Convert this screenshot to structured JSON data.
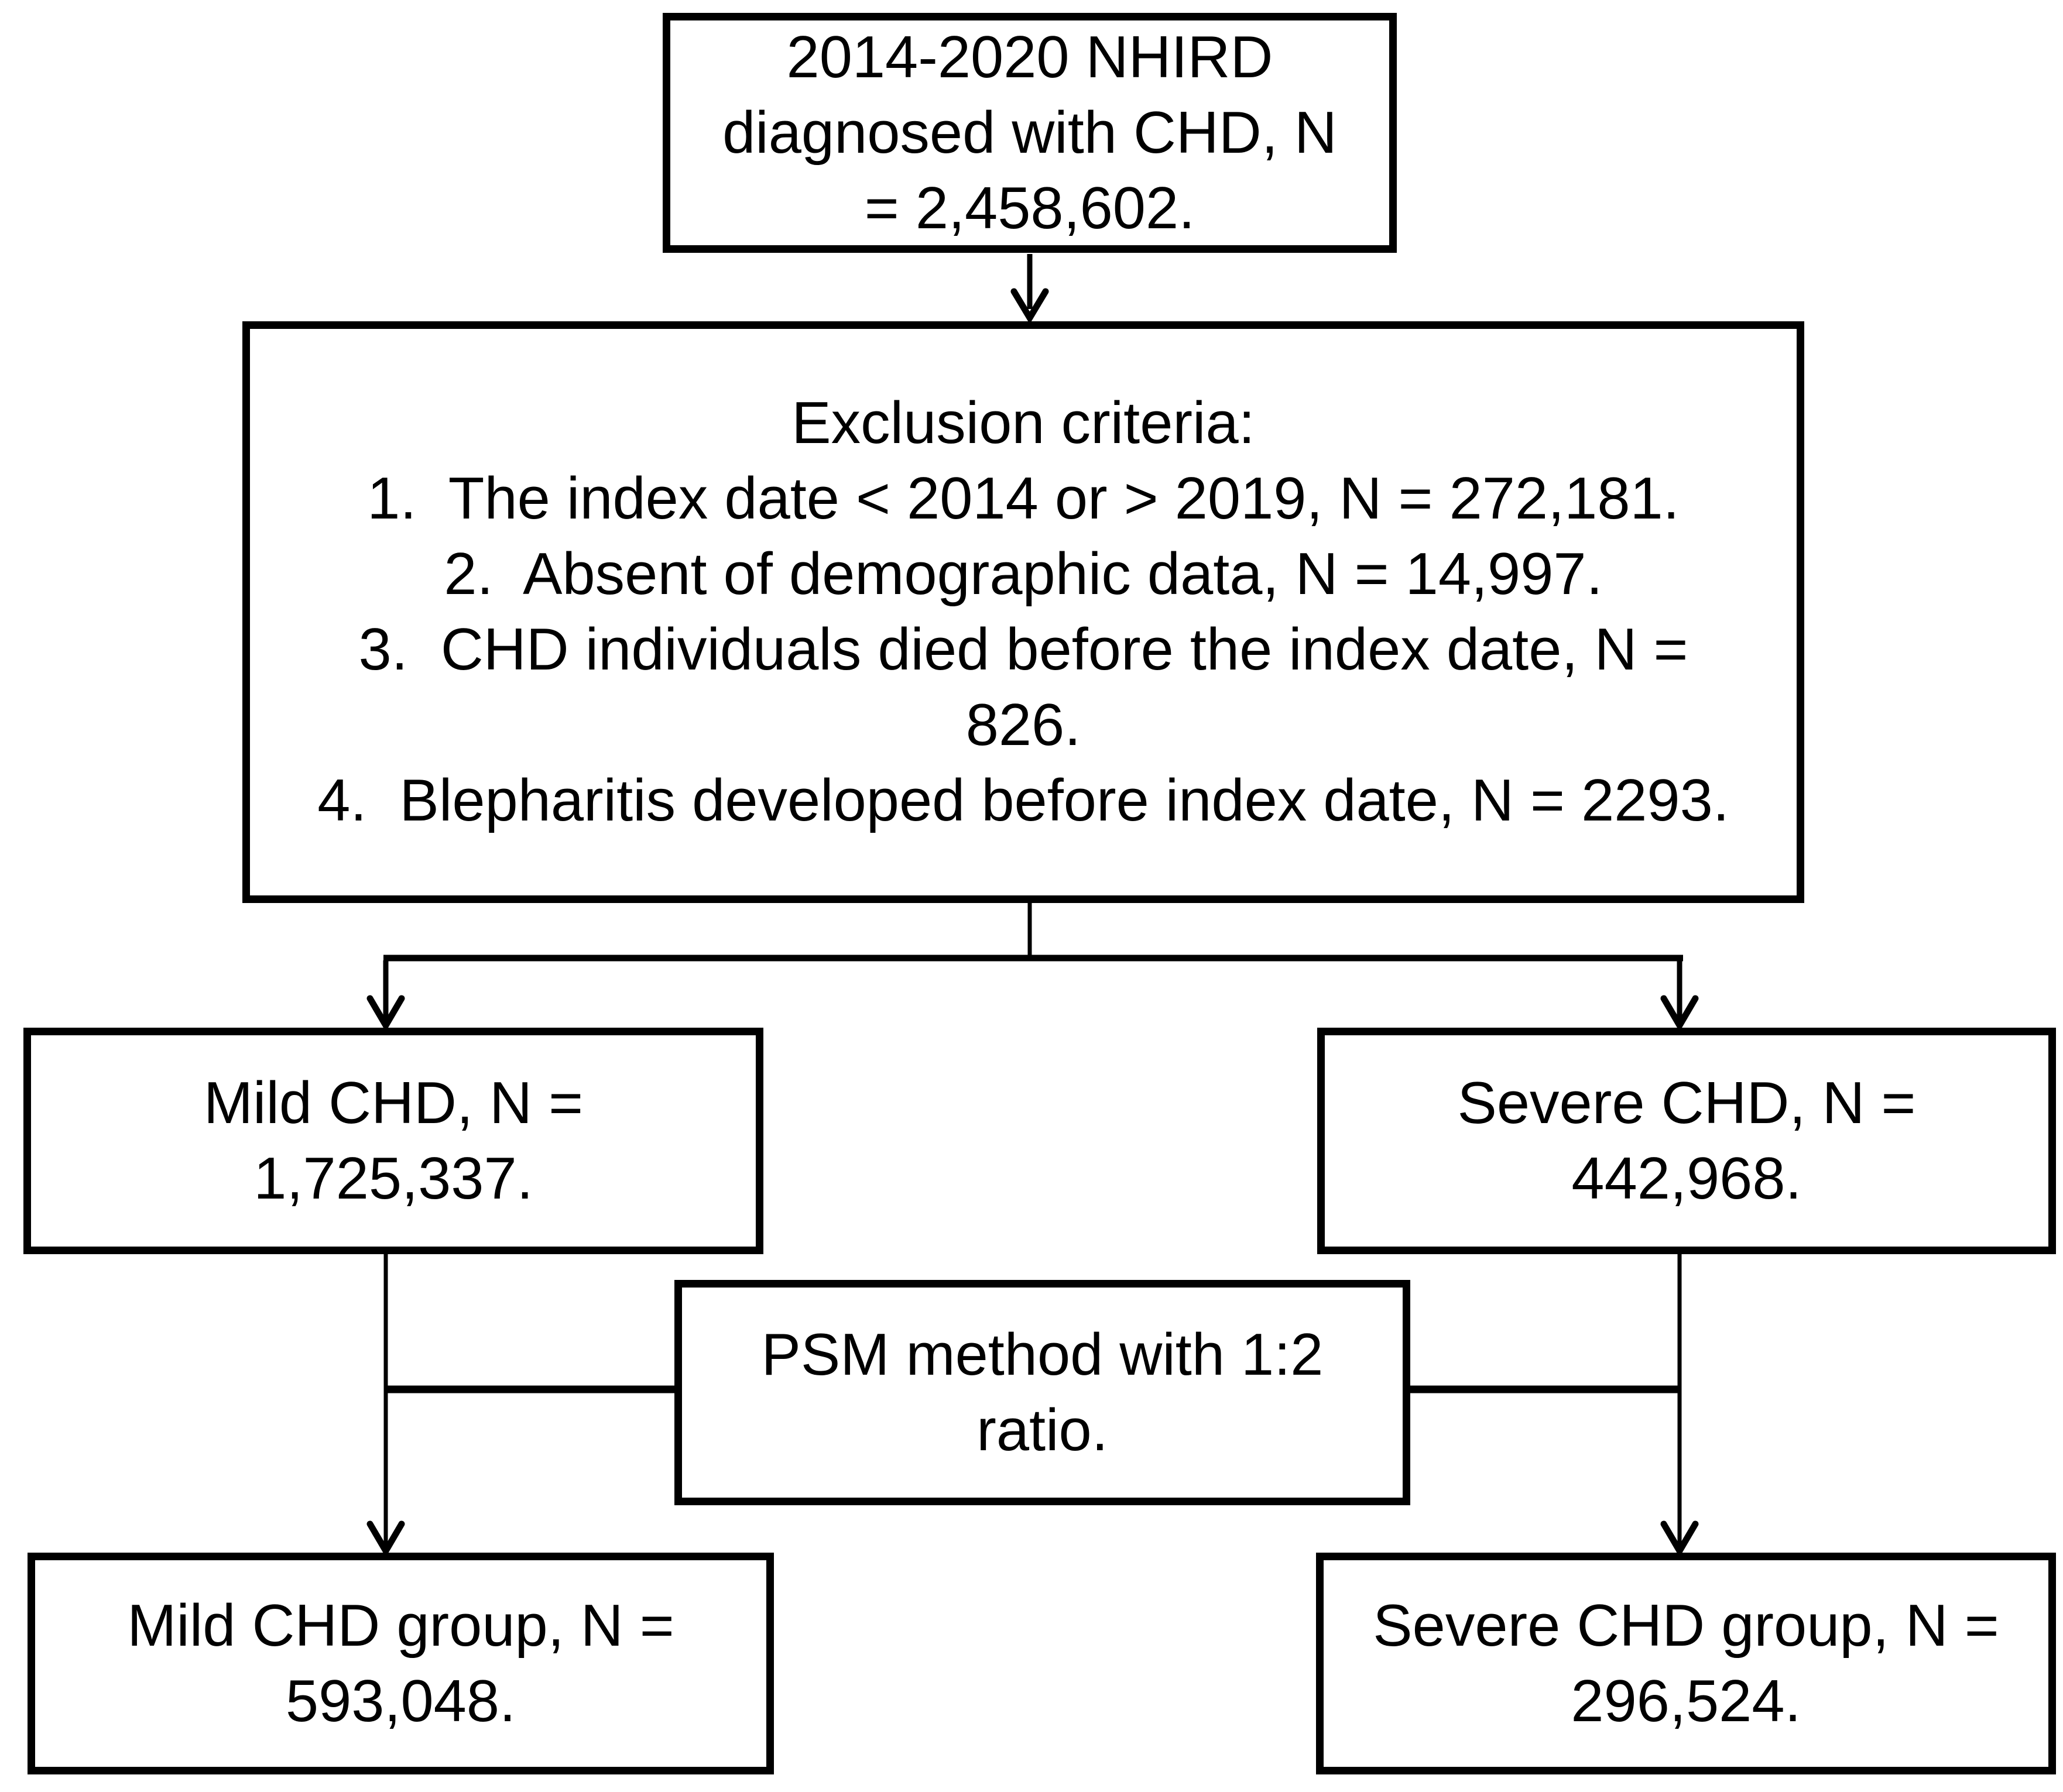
{
  "figure": {
    "type": "flow-diagram",
    "boxes": {
      "source": {
        "lines": [
          "2014-2020 NHIRD",
          "diagnosed with CHD, N",
          "= 2,458,602."
        ]
      },
      "exclusion": {
        "lines": [
          "Exclusion criteria:",
          "1.  The index date < 2014 or > 2019, N = 272,181.",
          "2.  Absent of demographic data, N = 14,997.",
          "3.  CHD individuals died before the index date, N =",
          "826.",
          "4.  Blepharitis developed before index date, N = 2293."
        ]
      },
      "mild": {
        "lines": [
          "Mild CHD, N =",
          "1,725,337."
        ]
      },
      "severe": {
        "lines": [
          "Severe CHD, N =",
          "442,968."
        ]
      },
      "psm": {
        "lines": [
          "PSM method with 1:2",
          "ratio."
        ]
      },
      "mild_group": {
        "lines": [
          "Mild CHD group, N =",
          "593,048."
        ]
      },
      "severe_group": {
        "lines": [
          "Severe CHD group, N =",
          "296,524."
        ]
      }
    },
    "colors": {
      "diagram_line": "#000000",
      "background": "#ffffff",
      "text": "#000000"
    }
  }
}
